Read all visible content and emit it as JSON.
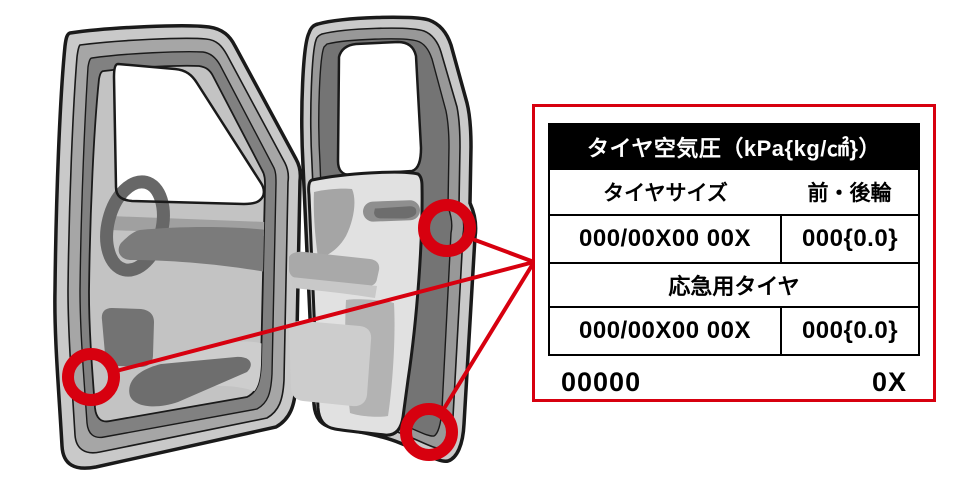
{
  "label_table": {
    "title": "タイヤ空気圧（kPa{kg/㎠}）",
    "size_col": "タイヤサイズ",
    "wheels_col": "前・後輪",
    "std_size": "000/00X00 00X",
    "std_pressure": "000{0.0}",
    "spare_title": "応急用タイヤ",
    "spare_size": "000/00X00 00X",
    "spare_pressure": "000{0.0}",
    "code_left": "00000",
    "code_right": "0X"
  },
  "colors": {
    "accent_red": "#d7000f",
    "header_bg": "#000000",
    "header_text": "#ffffff",
    "line_black": "#1a1a1a"
  },
  "icons": [
    "front-door-illustration",
    "rear-door-illustration",
    "location-marker-circle",
    "callout-line"
  ]
}
